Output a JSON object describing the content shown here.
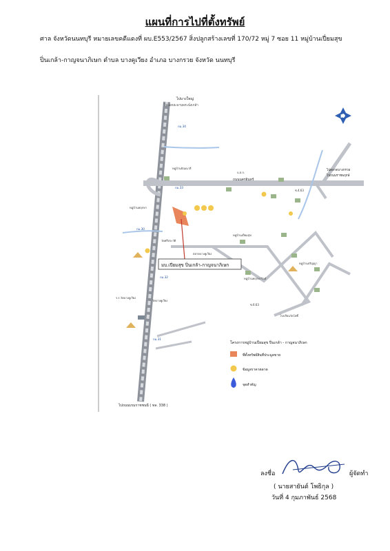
{
  "header": {
    "title": "แผนที่การไปที่ตั้งทรัพย์",
    "line1": "ศาล  จังหวัดนนทบุรี   หมายเลขคดีแดงที่   ผบ.E553/2567 สิ่งปลูกสร้างเลขที่ 170/72 หมู่ 7 ซอย 11 หมู่บ้านเปี่ยมสุข",
    "line2": "ปิ่นเกล้า-กาญจนาภิเษก ตำบล บางคูเวียง  อำเภอ บางกรวย   จังหวัด  นนทบุรี"
  },
  "map": {
    "road_north": "ไปบางใหญ่",
    "road_north_sub": "ไปแยกสะพานพระนั่งเกล้า",
    "road_south": "ไปถนนบรมราชชนนี ( ทล. 338 )",
    "road_east": "ไปถนนราชพฤกษ์",
    "road_east_label": "ไปตลาดบางกรวย",
    "road_bangkruai": "ถนนนครอินทร์",
    "callout": "มบ.เปี่ยมสุข ปิ่นเกล้า-กาญจนาภิเษก",
    "place_labels": [
      "กม.34",
      "กม.33",
      "กม.32",
      "กม.31",
      "กม.30",
      "บ.ส.ก.",
      "หมู่บ้านปัณณาลี",
      "หมู่บ้านพฤกษา",
      "วัดศรีประวัติ",
      "ร.ร.วัดบางคูเวียง",
      "หมู่บ้านเปี่ยมสุข",
      "ตลาดบางคูเวียง",
      "ซ.6.63",
      "ซ.4.63",
      "หมู่บ้านพฤกษาวิลล์",
      "หมู่บ้านปริญญา",
      "โรงเรียนวัดโพธิ์",
      "วัดบางคูเวียง"
    ],
    "compass": "N",
    "legend": {
      "title": "โครงการหมู่บ้านเปี่ยมสุข ปิ่นเกล้า - กาญจนาภิเษก",
      "items": [
        {
          "label": "ที่ตั้งทรัพย์สินที่ประมูลขาย",
          "type": "square",
          "color": "#e8855a"
        },
        {
          "label": "ข้อมูลราคาตลาด",
          "type": "circle",
          "color": "#f2c94c"
        },
        {
          "label": "จุดสำคัญ",
          "type": "drop",
          "color": "#3b5bdb"
        }
      ]
    }
  },
  "signature": {
    "label": "ลงชื่อ",
    "role": "ผู้จัดทำ",
    "name": "( นายสายันต์ โพธิกุล )",
    "date": "วันที่ 4 กุมภาพันธ์ 2568"
  },
  "colors": {
    "road": "#bfc3c9",
    "highway": "#8e939b",
    "accent": "#e8855a",
    "marker": "#f2c94c",
    "compass": "#2f5fb3"
  }
}
